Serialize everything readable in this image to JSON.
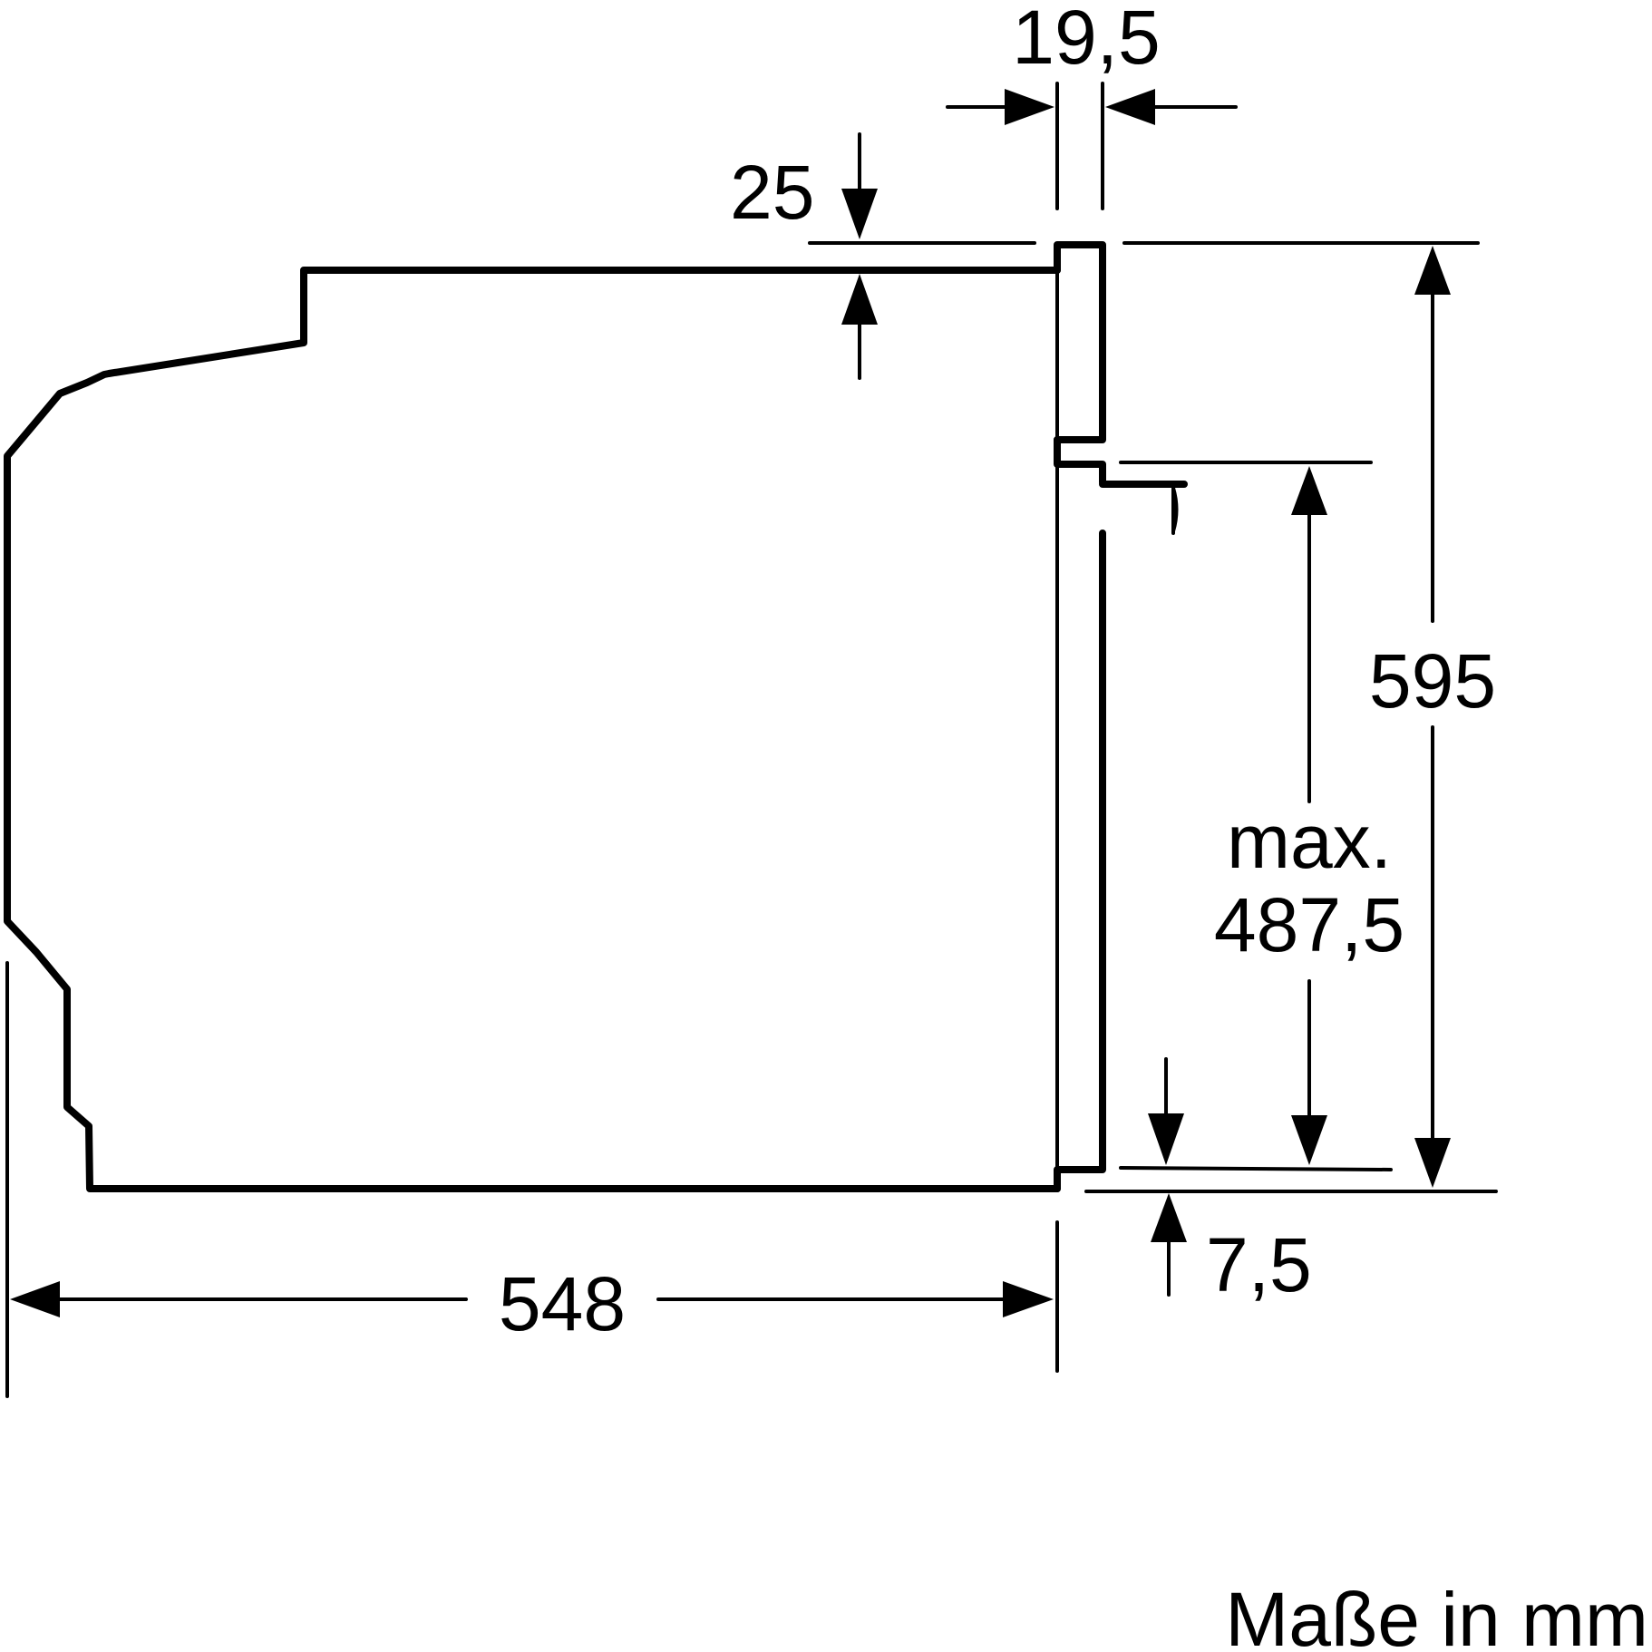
{
  "drawing": {
    "type": "installation dimension drawing (side view)",
    "units_label": "Maße in mm",
    "colors": {
      "line": "#000000",
      "background": "#ffffff"
    }
  },
  "dimensions": {
    "top_gap": {
      "label": "25"
    },
    "front_panel_depth": {
      "label": "19,5"
    },
    "total_height": {
      "label": "595"
    },
    "handle_height_prefix": {
      "label": "max."
    },
    "handle_height": {
      "label": "487,5"
    },
    "bottom_offset": {
      "label": "7,5"
    },
    "body_depth": {
      "label": "548"
    }
  }
}
